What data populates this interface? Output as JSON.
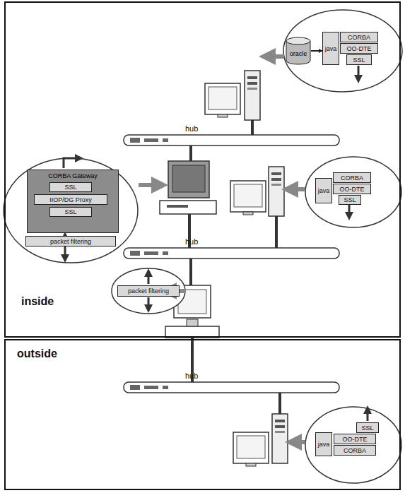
{
  "diagram": {
    "nodes": [
      {
        "text": [
          "inside"
        ]
      },
      {
        "text": [
          "outside"
        ]
      },
      {
        "text": [
          "oracle"
        ],
        "in": 0
      },
      {
        "text": [
          "java"
        ],
        "in": 0
      },
      {
        "text": [
          "CORBA"
        ],
        "in": 0
      },
      {
        "text": [
          "OO-DTE"
        ],
        "in": 0
      },
      {
        "text": [
          "SSL"
        ],
        "in": 0
      },
      {
        "text": [
          "CORBA Gateway"
        ],
        "in": 0
      },
      {
        "text": [
          "SSL"
        ],
        "in": 7
      },
      {
        "text": [
          "IIOP/DG Proxy"
        ],
        "in": 7
      },
      {
        "text": [
          "SSL"
        ],
        "in": 7
      },
      {
        "text": [
          "packet filtering"
        ],
        "in": 0
      },
      {
        "text": [
          "java"
        ],
        "in": 0
      },
      {
        "text": [
          "CORBA"
        ],
        "in": 0
      },
      {
        "text": [
          "OO-DTE"
        ],
        "in": 0
      },
      {
        "text": [
          "SSL"
        ],
        "in": 0
      },
      {
        "text": [
          "packet filtering"
        ],
        "in": 0
      },
      {
        "text": [
          "SSL"
        ],
        "in": 1
      },
      {
        "text": [
          "OO-DTE"
        ],
        "in": 1
      },
      {
        "text": [
          "CORBA"
        ],
        "in": 1
      },
      {
        "text": [
          "java"
        ],
        "in": 1
      }
    ],
    "edges": [
      {
        "from": 2,
        "to": 3,
        "arrow": "to"
      }
    ],
    "labels": [
      "hub",
      "hub",
      "hub"
    ]
  }
}
